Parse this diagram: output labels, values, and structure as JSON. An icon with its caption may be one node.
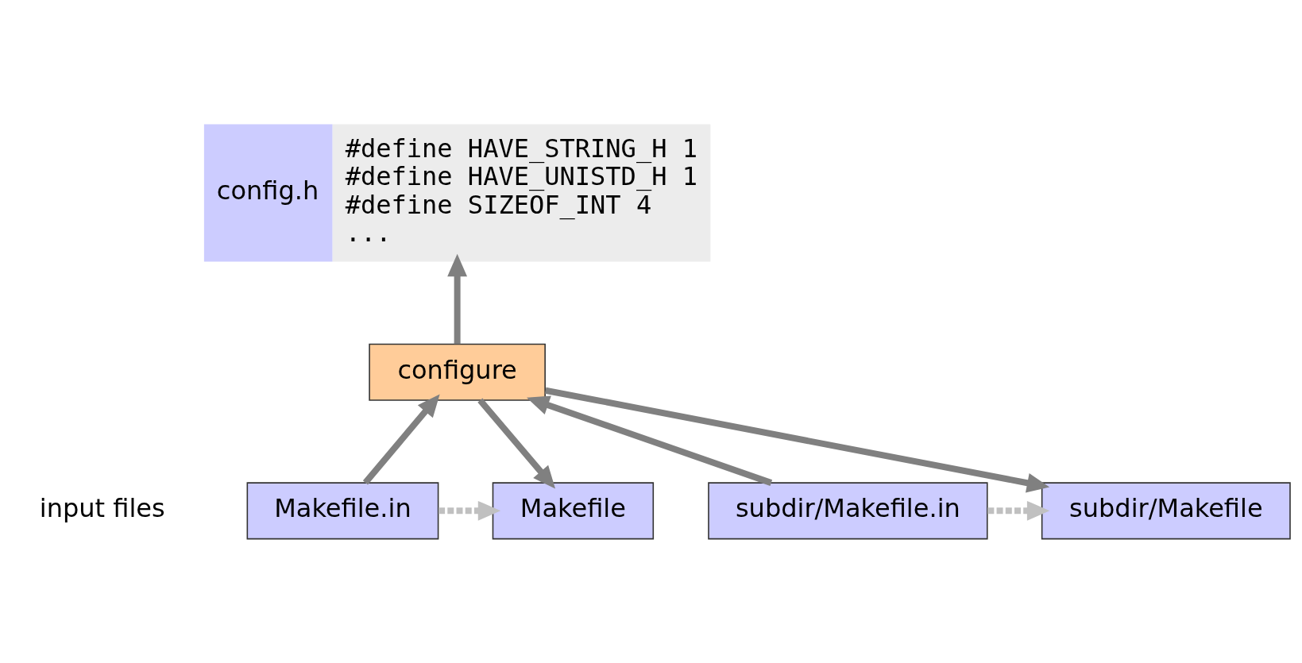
{
  "diagram": {
    "nodes": [
      {
        "text": [
          "config.h",
          "#define HAVE_STRING_H 1",
          "#define HAVE_UNISTD_H 1",
          "#define SIZEOF_INT 4",
          "..."
        ]
      },
      {
        "text": [
          "configure"
        ]
      },
      {
        "text": [
          "Makefile.in"
        ]
      },
      {
        "text": [
          "subdir/Makefile.in"
        ]
      },
      {
        "text": [
          "Makefile"
        ]
      },
      {
        "text": [
          "subdir/Makefile"
        ]
      }
    ],
    "edges": [
      {
        "from": 1,
        "to": 0,
        "arrow": "to"
      },
      {
        "from": 2,
        "to": 1,
        "arrow": "to"
      },
      {
        "from": 3,
        "to": 1,
        "arrow": "to"
      },
      {
        "from": 1,
        "to": 4,
        "arrow": "to"
      },
      {
        "from": 1,
        "to": 5,
        "arrow": "to"
      },
      {
        "from": 2,
        "to": 4,
        "arrow": "to",
        "style": "dashed",
        "color": "#c0c0c0"
      },
      {
        "from": 3,
        "to": 5,
        "arrow": "to",
        "style": "dashed",
        "color": "#c0c0c0"
      }
    ],
    "labels": [
      "input files"
    ]
  }
}
